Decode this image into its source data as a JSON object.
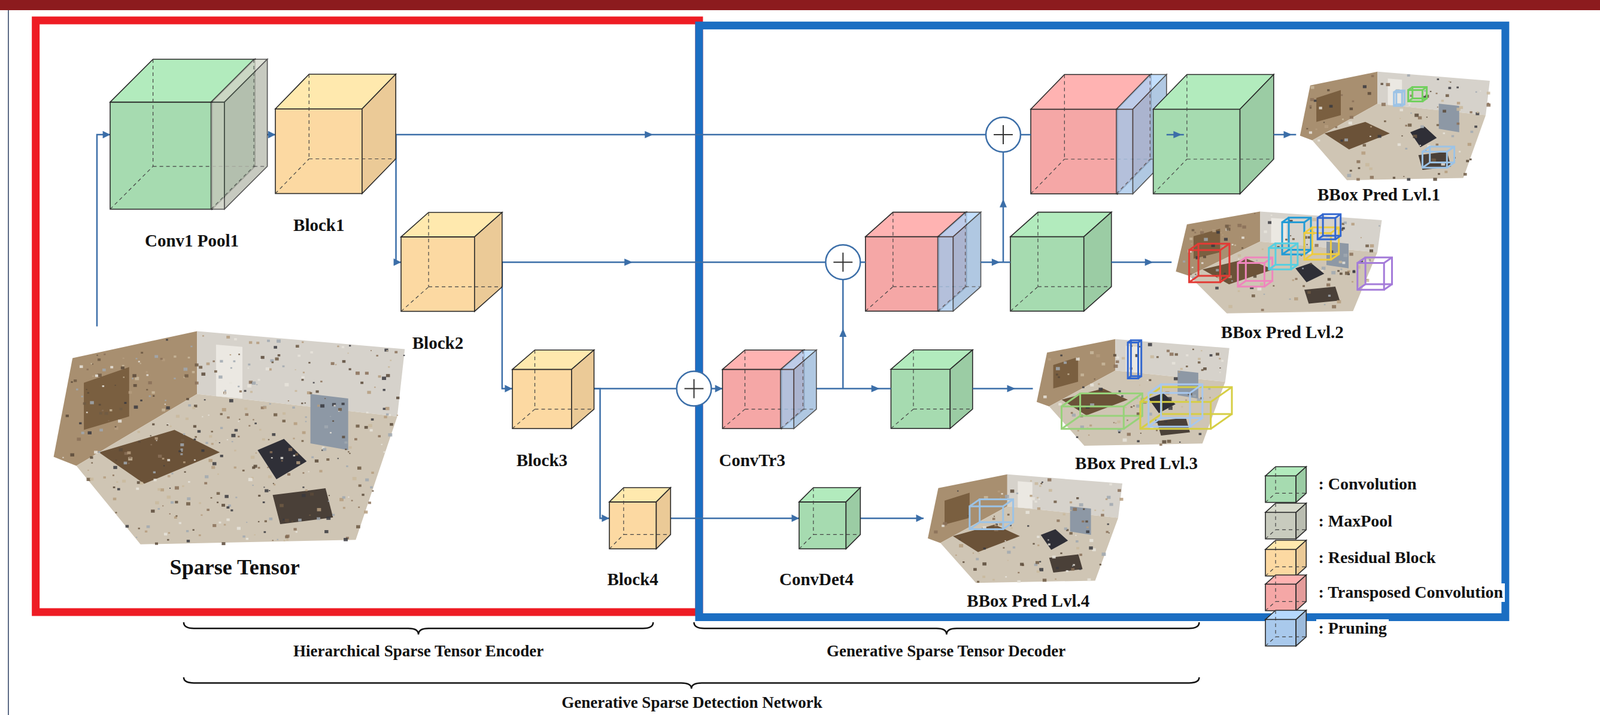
{
  "diagram": {
    "nodes": [
      {
        "text": [
          "Sparse Tensor"
        ]
      },
      {
        "text": [
          "Conv1 Pool1"
        ]
      },
      {
        "text": [
          "Block1"
        ]
      },
      {
        "text": [
          "Block2"
        ]
      },
      {
        "text": [
          "Block3"
        ]
      },
      {
        "text": [
          "Block4"
        ]
      },
      {
        "text": [
          "ConvTr3"
        ]
      },
      {
        "text": [
          "ConvDet4"
        ]
      },
      {
        "text": [
          "BBox Pred Lvl.1"
        ]
      },
      {
        "text": [
          "BBox Pred Lvl.2"
        ]
      },
      {
        "text": [
          "BBox Pred Lvl.3"
        ]
      },
      {
        "text": [
          "BBox Pred Lvl.4"
        ]
      }
    ],
    "edges": [
      {
        "from": 0,
        "to": 1,
        "arrow": "to"
      },
      {
        "from": 1,
        "to": 2,
        "arrow": "to"
      },
      {
        "from": 2,
        "to": 3,
        "arrow": "to"
      },
      {
        "from": 3,
        "to": 4,
        "arrow": "to"
      },
      {
        "from": 4,
        "to": 5,
        "arrow": "to"
      },
      {
        "from": 4,
        "to": 6,
        "arrow": "to"
      },
      {
        "from": 5,
        "to": 7,
        "arrow": "to"
      },
      {
        "from": 7,
        "to": 11,
        "arrow": "to"
      }
    ],
    "labels": [
      "Hierarchical Sparse Tensor Encoder",
      "Generative Sparse Tensor Decoder",
      "Generative Sparse Detection Network"
    ],
    "legend": [
      {
        "text": ": Convolution",
        "color": "#a6dbb0"
      },
      {
        "text": ": MaxPool",
        "color": "#c8cbbe"
      },
      {
        "text": ": Residual Block",
        "color": "#fcd9a2"
      },
      {
        "text": ": Transposed Convolution",
        "color": "#f5a7a6"
      },
      {
        "text": ": Pruning",
        "color": "#a9c9ec"
      }
    ]
  }
}
